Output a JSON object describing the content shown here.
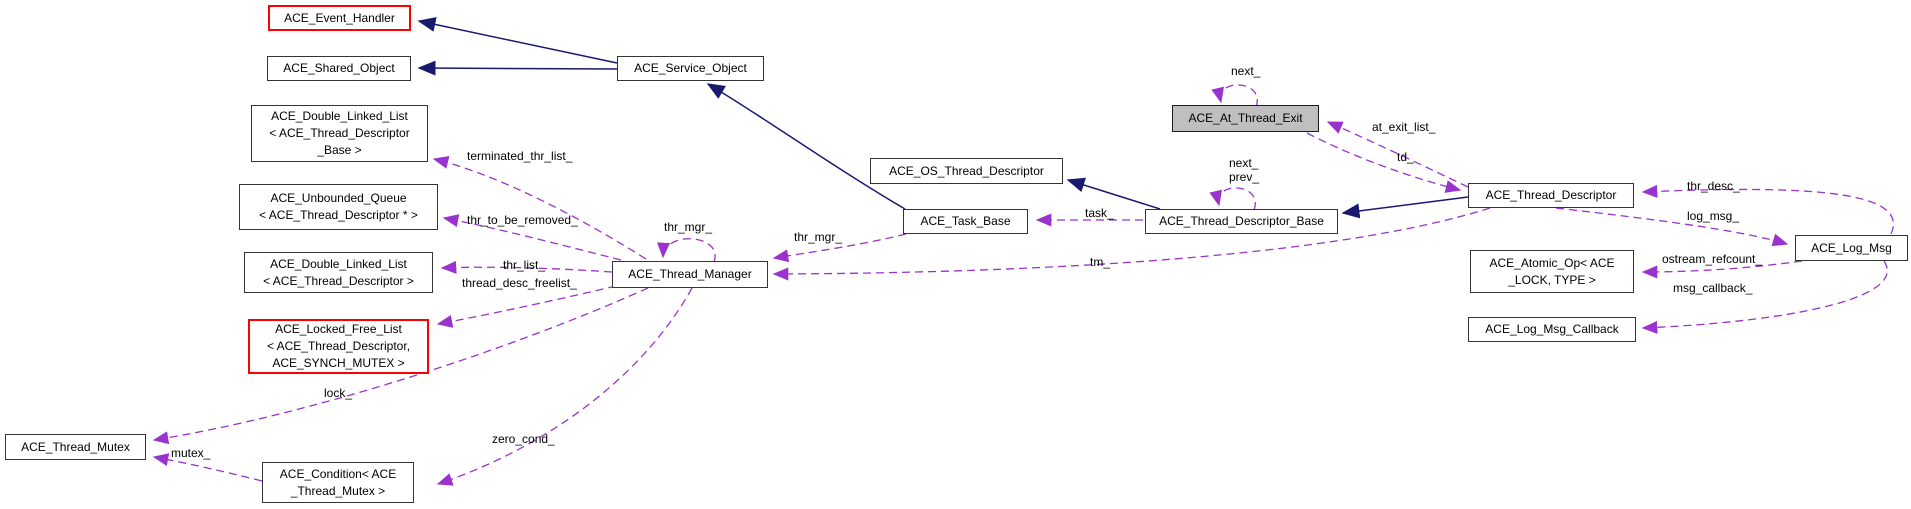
{
  "nodes": {
    "event_handler": {
      "lines": [
        "ACE_Event_Handler"
      ]
    },
    "shared_object": {
      "lines": [
        "ACE_Shared_Object"
      ]
    },
    "service_object": {
      "lines": [
        "ACE_Service_Object"
      ]
    },
    "dll_tdb": {
      "lines": [
        "ACE_Double_Linked_List",
        "< ACE_Thread_Descriptor",
        "_Base >"
      ]
    },
    "unbounded_queue": {
      "lines": [
        "ACE_Unbounded_Queue",
        "< ACE_Thread_Descriptor * >"
      ]
    },
    "dll_td": {
      "lines": [
        "ACE_Double_Linked_List",
        "< ACE_Thread_Descriptor >"
      ]
    },
    "locked_free_list": {
      "lines": [
        "ACE_Locked_Free_List",
        "< ACE_Thread_Descriptor,",
        "ACE_SYNCH_MUTEX >"
      ]
    },
    "thread_mutex": {
      "lines": [
        "ACE_Thread_Mutex"
      ]
    },
    "condition": {
      "lines": [
        "ACE_Condition< ACE",
        "_Thread_Mutex >"
      ]
    },
    "thread_manager": {
      "lines": [
        "ACE_Thread_Manager"
      ]
    },
    "os_thread_descriptor": {
      "lines": [
        "ACE_OS_Thread_Descriptor"
      ]
    },
    "task_base": {
      "lines": [
        "ACE_Task_Base"
      ]
    },
    "thread_descriptor_base": {
      "lines": [
        "ACE_Thread_Descriptor_Base"
      ]
    },
    "at_thread_exit": {
      "lines": [
        "ACE_At_Thread_Exit"
      ]
    },
    "thread_descriptor": {
      "lines": [
        "ACE_Thread_Descriptor"
      ]
    },
    "log_msg": {
      "lines": [
        "ACE_Log_Msg"
      ]
    },
    "atomic_op": {
      "lines": [
        "ACE_Atomic_Op< ACE",
        "_LOCK, TYPE >"
      ]
    },
    "log_msg_callback": {
      "lines": [
        "ACE_Log_Msg_Callback"
      ]
    }
  },
  "edge_labels": {
    "terminated_thr_list": "terminated_thr_list_",
    "thr_to_be_removed": "thr_to_be_removed_",
    "thr_list": "thr_list_",
    "thread_desc_freelist": "thread_desc_freelist_",
    "lock": "lock_",
    "mutex": "mutex_",
    "zero_cond": "zero_cond_",
    "thr_mgr_self": "thr_mgr_",
    "thr_mgr": "thr_mgr_",
    "task": "task_",
    "tm": "tm_",
    "tdb_next": "next_",
    "tdb_prev": "prev_",
    "ate_next": "next_",
    "at_exit_list": "at_exit_list_",
    "td": "td_",
    "thr_desc": "thr_desc_",
    "log_msg": "log_msg_",
    "ostream_refcount": "ostream_refcount_",
    "msg_callback": "msg_callback_"
  },
  "colors": {
    "inheritance_edge": "#191970",
    "usage_edge": "#9a32cd",
    "highlight_border": "#ff0000",
    "subject_fill": "#bfbfbf"
  }
}
